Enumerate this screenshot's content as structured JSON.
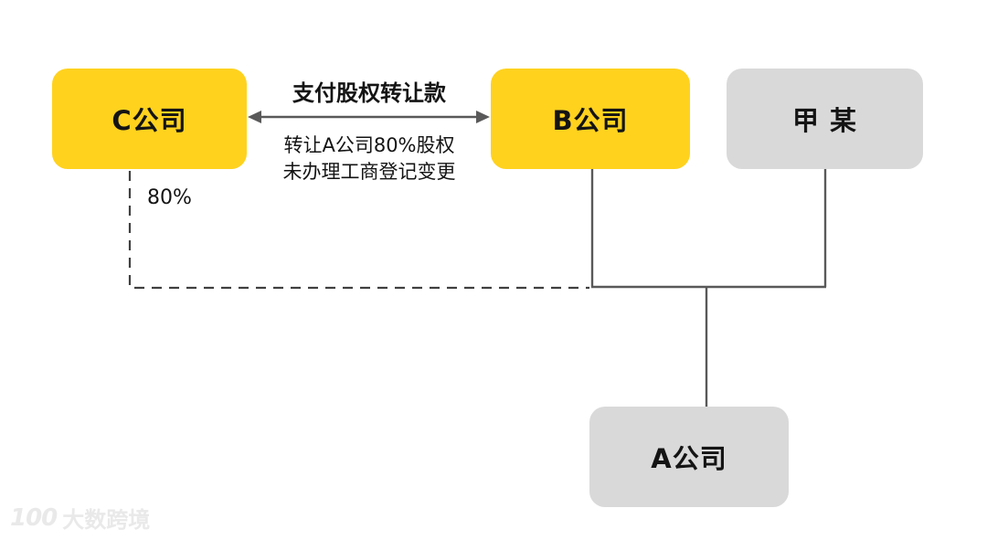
{
  "colors": {
    "node_yellow": "#FFD21E",
    "node_gray": "#D9D9D9",
    "line_dark": "#595959",
    "line_dash": "#404040",
    "text_black": "#141414",
    "watermark_gray": "#E9E9E9"
  },
  "nodes": {
    "company_c": {
      "label": "C公司"
    },
    "company_b": {
      "label": "B公司"
    },
    "person_jia": {
      "label": "甲 某"
    },
    "company_a": {
      "label": "A公司"
    }
  },
  "edges": {
    "payment_label": "支付股权转让款",
    "transfer_note_line1": "转让A公司80%股权",
    "transfer_note_line2": "未办理工商登记变更",
    "ownership_label": "80%"
  },
  "watermark": {
    "logo": "100",
    "text": "大数跨境"
  }
}
